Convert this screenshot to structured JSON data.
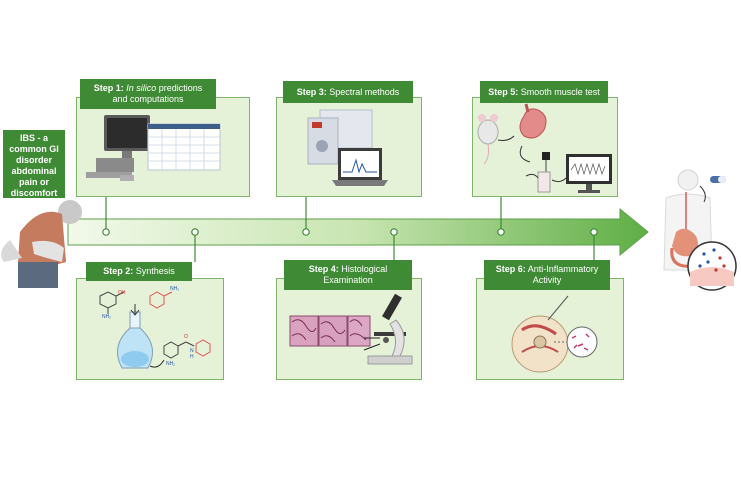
{
  "ibs_label": "IBS - a common GI disorder abdominal pain or discomfort",
  "steps": [
    {
      "num": "Step 1:",
      "text_italic": "In silico",
      "text": " predictions and computations"
    },
    {
      "num": "Step 2:",
      "text": " Synthesis"
    },
    {
      "num": "Step 3:",
      "text": " Spectral methods"
    },
    {
      "num": "Step 4:",
      "text": " Histological Examination"
    },
    {
      "num": "Step 5:",
      "text": " Smooth muscle test"
    },
    {
      "num": "Step 6:",
      "text": " Anti-Inflammatory Activity"
    }
  ],
  "synthesis_labels": {
    "oh": "OH",
    "nh2_a": "NH₂",
    "nh2_b": "NH₂",
    "nh2_c": "NH₂",
    "o": "O",
    "n": "N",
    "h": "H"
  },
  "colors": {
    "brand_green": "#3f8a34",
    "panel_fill": "#e6f2d8",
    "arrow_start": "#eaf5df",
    "arrow_end": "#5fae45"
  }
}
